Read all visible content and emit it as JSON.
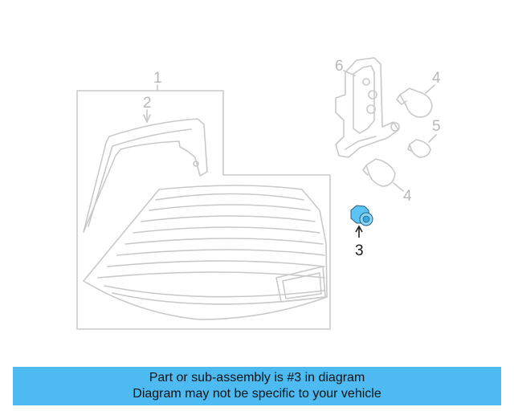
{
  "callouts": {
    "c1": "1",
    "c2": "2",
    "c3": "3",
    "c4a": "4",
    "c4b": "4",
    "c5": "5",
    "c6": "6"
  },
  "highlight_part": "3",
  "colors": {
    "line": "#c9c9c9",
    "highlight": "#5cc3f5",
    "banner": "#4ebaf2",
    "active_label": "#1a1a1a"
  },
  "banner": {
    "line1": "Part or sub-assembly is #3 in diagram",
    "line2": "Diagram may not be specific to your vehicle"
  }
}
